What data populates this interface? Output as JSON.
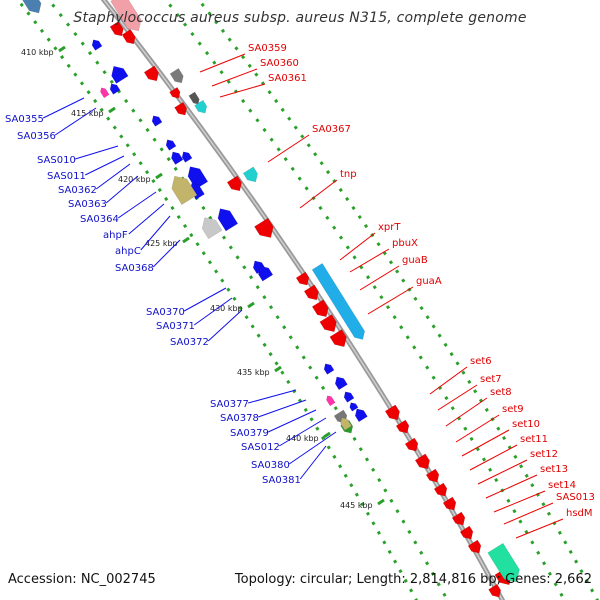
{
  "title": "Staphylococcus aureus subsp. aureus N315, complete genome",
  "footer": {
    "accession": "Accession: NC_002745",
    "topology": "Topology: circular; Length: 2,814,816 bp; Genes: 2,662"
  },
  "colors": {
    "forward_gene": "#ee0000",
    "reverse_gene": "#1010ee",
    "cds_track": "#21aee8",
    "gc_track": "#2aa02a",
    "backbone": "#9a9a9a",
    "other_gene": "#7a7a7a",
    "cyan_gene": "#22d0d0",
    "khaki_gene": "#c2b46a",
    "pink_gene": "#ff33aa"
  },
  "scale_ticks": [
    "410 kbp",
    "415 kbp",
    "420 kbp",
    "425 kbp",
    "430 kbp",
    "435 kbp",
    "440 kbp",
    "445 kbp"
  ],
  "forward_labels": [
    "SA0359",
    "SA0360",
    "SA0361",
    "SA0367",
    "tnp",
    "xprT",
    "pbuX",
    "guaB",
    "guaA",
    "set6",
    "set7",
    "set8",
    "set9",
    "set10",
    "set11",
    "set12",
    "set13",
    "set14",
    "SAS013",
    "hsdM"
  ],
  "reverse_labels": [
    "SA0355",
    "SA0356",
    "SAS010",
    "SAS011",
    "SA0362",
    "SA0363",
    "SA0364",
    "ahpF",
    "ahpC",
    "SA0368",
    "SA0370",
    "SA0371",
    "SA0372",
    "SA0377",
    "SA0378",
    "SA0379",
    "SAS012",
    "SA0380",
    "SA0381"
  ]
}
